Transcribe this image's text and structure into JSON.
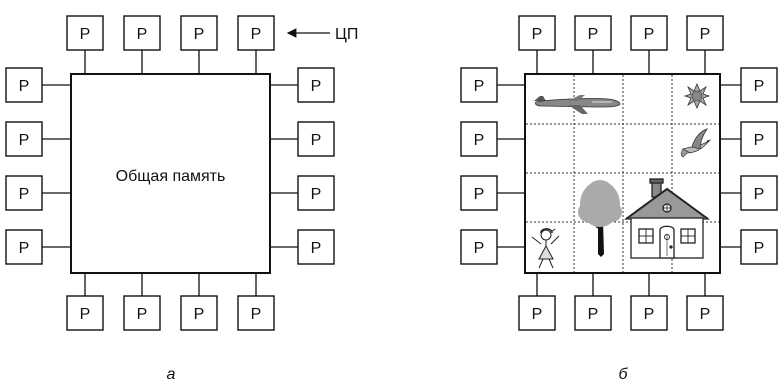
{
  "processor_label": "P",
  "cpu_annotation": "ЦП",
  "shared_memory_label": "Общая память",
  "caption_a": "а",
  "caption_b": "б",
  "icons": [
    "airplane-icon",
    "sun-icon",
    "bird-icon",
    "girl-icon",
    "tree-icon",
    "house-icon"
  ]
}
